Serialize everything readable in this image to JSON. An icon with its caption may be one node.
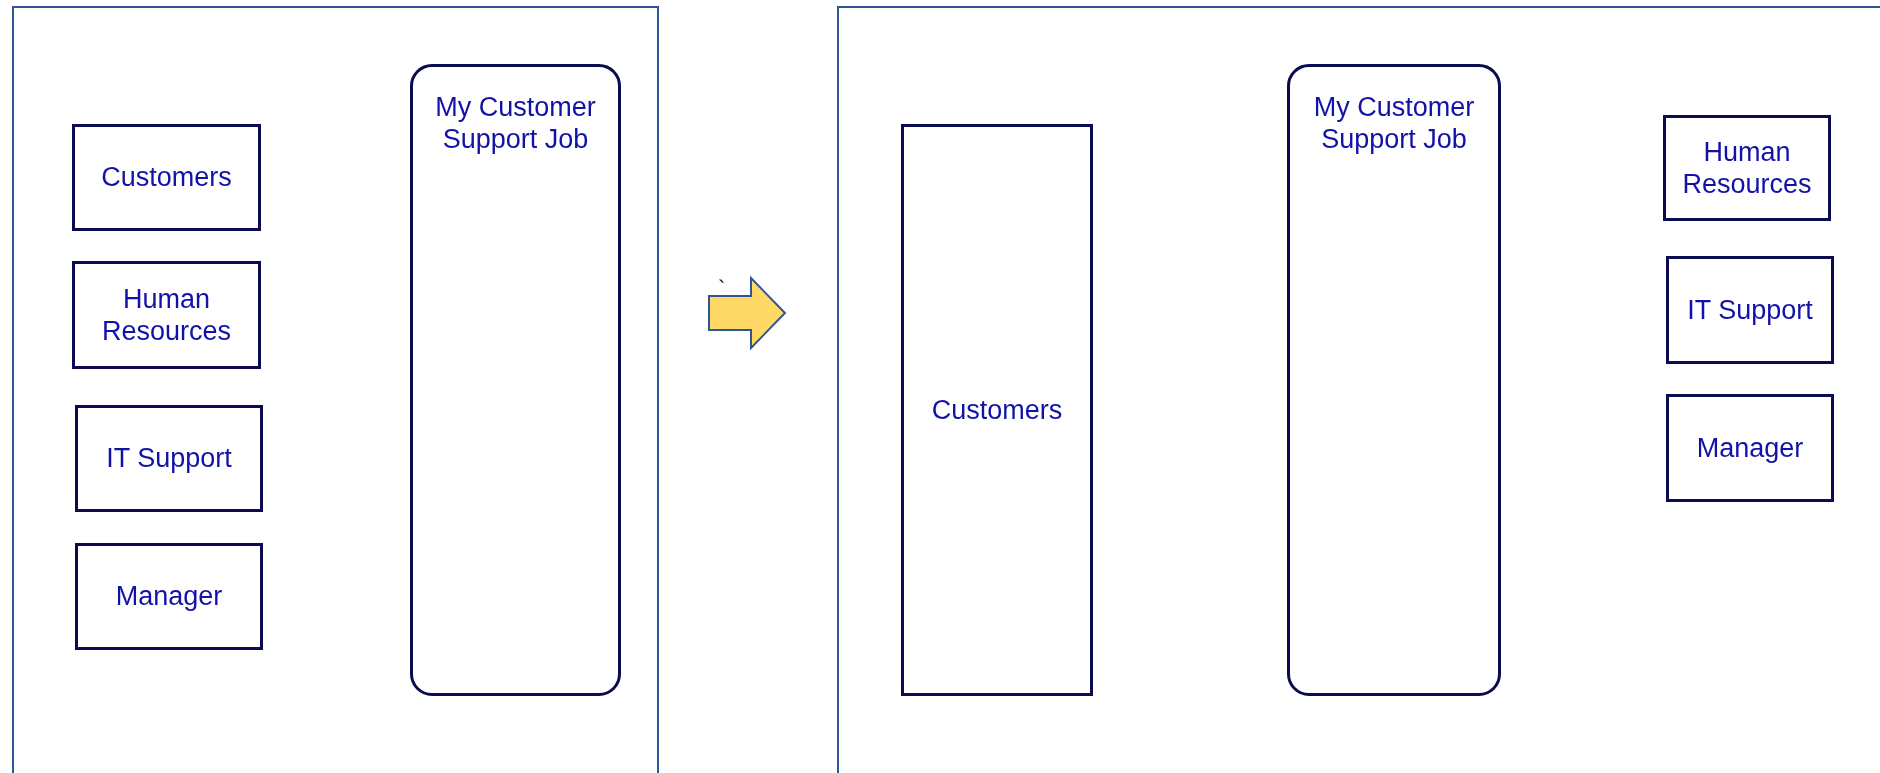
{
  "diagram": {
    "nodes": [
      {
        "text": [],
        "shape": "box"
      },
      {
        "text": [
          "Customers"
        ],
        "in": 0
      },
      {
        "text": [
          "Human Resources"
        ],
        "in": 0
      },
      {
        "text": [
          "IT Support"
        ],
        "in": 0
      },
      {
        "text": [
          "Manager"
        ],
        "in": 0
      },
      {
        "text": [
          "My Customer Support Job"
        ],
        "in": 0
      },
      {
        "text": [],
        "shape": "box"
      },
      {
        "text": [
          "Customers"
        ],
        "in": 6
      },
      {
        "text": [
          "My Customer Support Job"
        ],
        "in": 6
      },
      {
        "text": [
          "Human Resources"
        ],
        "in": 6
      },
      {
        "text": [
          "IT Support"
        ],
        "in": 6
      },
      {
        "text": [
          "Manager"
        ],
        "in": 6
      }
    ],
    "edges": [
      {
        "from": 0,
        "to": 6,
        "arrow": "to"
      }
    ],
    "labels": [
      "`"
    ]
  }
}
